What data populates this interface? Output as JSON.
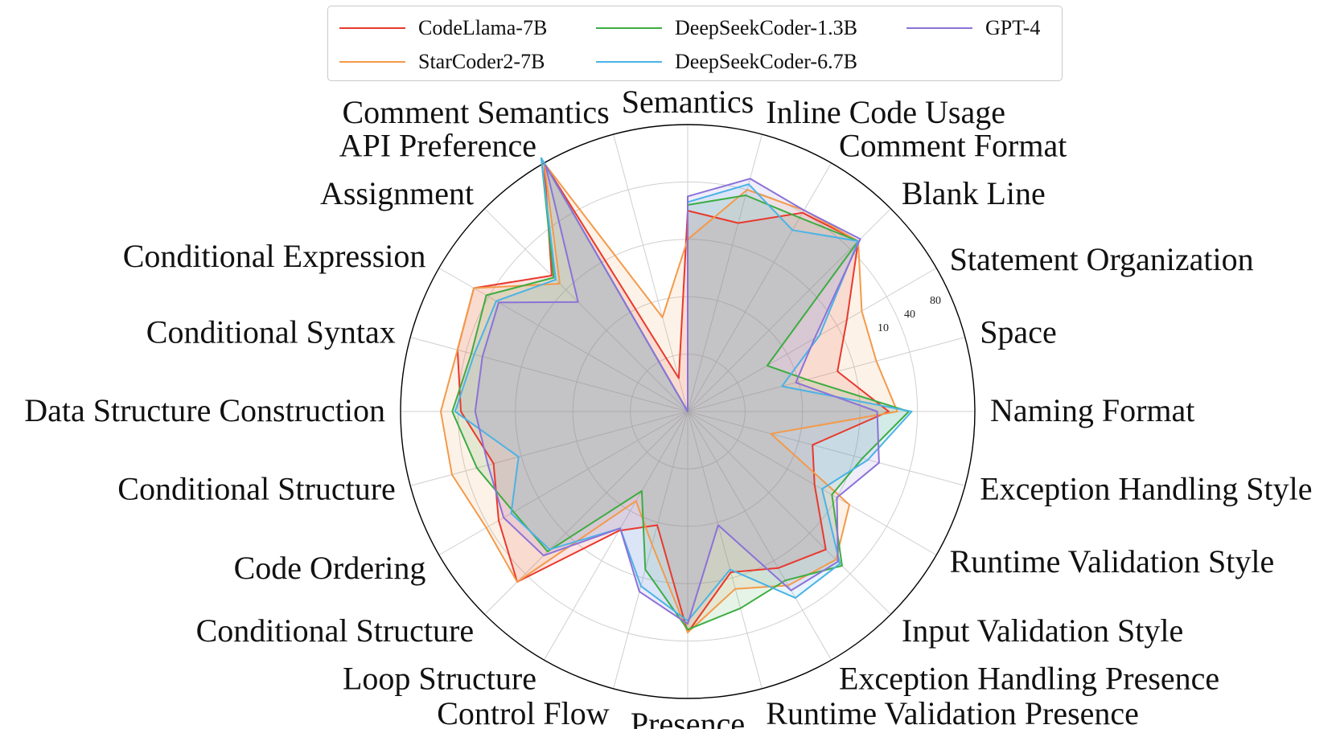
{
  "chart_data": {
    "type": "radar",
    "categories": [
      "Semantics",
      "Inline Code Usage",
      "Comment Format",
      "Blank Line",
      "Statement Organization",
      "Space",
      "Naming Format",
      "Exception Handling Style",
      "Runtime Validation Style",
      "Input Validation Style",
      "Exception Handling Presence",
      "Runtime Validation Presence",
      "Presence",
      "Control Flow",
      "Loop Structure",
      "Conditional Structure",
      "Code Ordering",
      "Conditional Structure",
      "Data Structure Construction",
      "Conditional Syntax",
      "Conditional Expression",
      "Assignment",
      "API Preference",
      "Comment Semantics"
    ],
    "radial_ticks": [
      "10",
      "40",
      "80"
    ],
    "radial_tick_values": [
      20,
      40,
      60,
      80,
      100
    ],
    "rmax": 100,
    "series": [
      {
        "name": "CodeLlama-7B",
        "color": "#e8392d",
        "values": [
          70,
          68,
          80,
          84,
          64,
          54,
          70,
          45,
          51,
          68,
          63,
          58,
          77,
          41,
          48,
          84,
          76,
          70,
          79,
          83,
          86,
          67,
          100,
          12
        ]
      },
      {
        "name": "StarCoder2-7B",
        "color": "#f39a4a",
        "values": [
          60,
          80,
          81,
          84,
          70,
          68,
          73,
          30,
          65,
          73,
          70,
          64,
          77,
          48,
          36,
          84,
          81,
          85,
          86,
          83,
          86,
          63,
          100,
          34
        ]
      },
      {
        "name": "DeepSeekCoder-1.3B",
        "color": "#3cad42",
        "values": [
          72,
          78,
          78,
          84,
          32,
          43,
          77,
          63,
          58,
          76,
          68,
          71,
          76,
          57,
          32,
          69,
          70,
          76,
          82,
          78,
          81,
          66,
          102,
          0
        ]
      },
      {
        "name": "DeepSeekCoder-6.7B",
        "color": "#4ab3e6",
        "values": [
          73,
          82,
          73,
          84,
          53,
          34,
          78,
          65,
          54,
          75,
          75,
          57,
          73,
          63,
          47,
          68,
          71,
          61,
          81,
          77,
          77,
          65,
          102,
          0
        ]
      },
      {
        "name": "GPT-4",
        "color": "#8b72d8",
        "values": [
          75,
          84,
          81,
          85,
          51,
          39,
          66,
          69,
          60,
          74,
          72,
          41,
          74,
          65,
          47,
          71,
          74,
          72,
          74,
          74,
          76,
          54,
          99,
          0
        ]
      }
    ],
    "legend": {
      "placement": "top-center",
      "entries": [
        "CodeLlama-7B",
        "DeepSeekCoder-1.3B",
        "GPT-4",
        "StarCoder2-7B",
        "DeepSeekCoder-6.7B"
      ]
    },
    "grid": true,
    "title": ""
  }
}
